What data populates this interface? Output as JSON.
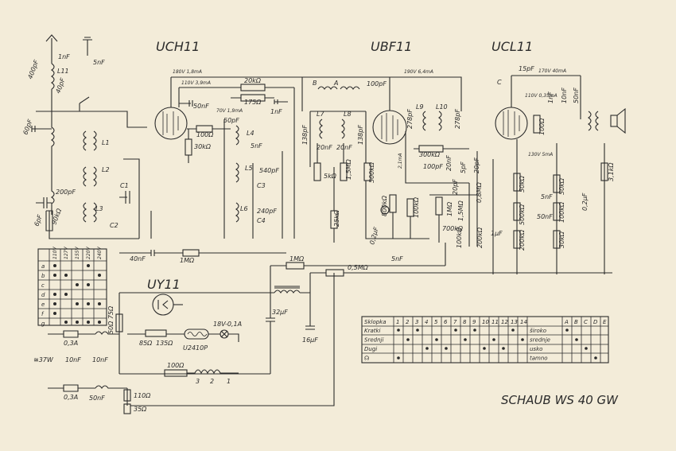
{
  "tubes": {
    "uch11": "UCH11",
    "ubf11": "UBF11",
    "ucl11": "UCL11",
    "uy11": "UY11"
  },
  "title": "SCHAUB WS 40 GW",
  "components": {
    "c_1nF": "1nF",
    "c_5nF_ant": "5nF",
    "c_400pF": "400pF",
    "l11": "L11",
    "c_40pF": "40pF",
    "c_60pF": "60pF",
    "l1": "L1",
    "l2": "L2",
    "c1": "C1",
    "l3": "L3",
    "c2": "C2",
    "c_200pF": "200pF",
    "c_6pF": "6pF",
    "r_90k": "90kΩ",
    "c_40nF": "40nF",
    "r_1M_left": "1MΩ",
    "v_180_1_8": "180V 1,8mA",
    "v_110_3_9": "110V 3,9mA",
    "r_20k": "20kΩ",
    "r_175": "175Ω",
    "c_50nF_uch": "50nF",
    "c_1nF_uch": "1nF",
    "v_70_1_9": "70V 1,9mA",
    "c_50pF": "50pF",
    "l4": "L4",
    "r_100": "100Ω",
    "r_30k": "30kΩ",
    "c_5nF_l4": "5nF",
    "l5": "L5",
    "c_540pF": "540pF",
    "c3": "C3",
    "l6": "L6",
    "c_240pF": "240pF",
    "c4": "C4",
    "r_25k": "25kΩ",
    "l7": "L7",
    "l8": "L8",
    "c_138pF_a": "138pF",
    "c_138pF_b": "138pF",
    "c_20nF_a": "20nF",
    "c_20nF_b": "20nF",
    "r_5k": "5kΩ",
    "r_1_5M": "1,5MΩ",
    "r_500k": "500kΩ",
    "c_100pF_ubf": "100pF",
    "v_190_6_4": "190V 6,4mA",
    "c_278pF_a": "278pF",
    "c_278pF_b": "278pF",
    "l9": "L9",
    "l10": "L10",
    "r_300k": "300kΩ",
    "c_100pF_b": "100pF",
    "c_20nF_c": "20nF",
    "c_20pF": "20pF",
    "c_5pF": "5pF",
    "i_2_1mA": "2,1mA",
    "r_800k": "800kΩ",
    "r_100k": "100kΩ",
    "c_02uF": "0,2μF",
    "c_5nF_ubf": "5nF",
    "r_1M_a": "1MΩ",
    "r_1_5M_b": "1,5MΩ",
    "r_700k": "700kΩ",
    "r_100k_b": "100kΩ",
    "r_200k": "200kΩ",
    "c_1uF": "1μF",
    "r_0_8M": "0,8MΩ",
    "c_20pF_b": "20pF",
    "r_1M_b": "1MΩ",
    "r_0_5M": "0,5MΩ",
    "c_15pF": "15pF",
    "v_170_40": "170V 40mA",
    "v_110_035": "110V 0,35mA",
    "c_C": "C",
    "c_1nF_ucl": "1nF",
    "c_10nF": "10nF",
    "c_50nF_ucl": "50nF",
    "r_100_ucl": "100Ω",
    "v_130_5": "130V 5mA",
    "r_50k_a": "50kΩ",
    "c_5nF_ucl": "5nF",
    "r_500k_ucl": "500kΩ",
    "c_50nF_b": "50nF",
    "r_200k_ucl": "200kΩ",
    "r_50k_b": "50kΩ",
    "r_100k_ucl": "100kΩ",
    "r_30k_ucl": "30kΩ",
    "c_0_2uF": "0,2μF",
    "r_3_1k": "3,1kΩ",
    "c_32uF": "32μF",
    "c_16uF": "16μF",
    "f_0_3A_a": "0,3A",
    "f_0_3A_b": "0,3A",
    "mains": "≅37W",
    "c_10nF_mains": "10nF",
    "c_10nF_mains2": "10nF",
    "c_50nF_mains": "50nF",
    "r_50_75": "50Ω 75Ω",
    "r_85": "85Ω",
    "r_135": "135Ω",
    "u2410p": "U2410P",
    "lamp": "18V-0,1A",
    "r_100_h": "100Ω",
    "r_110": "110Ω",
    "r_35": "35Ω"
  },
  "voltage_table": {
    "cols": [
      "110V",
      "127V",
      "155V",
      "220V",
      "240V"
    ],
    "rows": [
      "a",
      "b",
      "c",
      "d",
      "e",
      "f",
      "g"
    ]
  },
  "switch_table": {
    "header_label": "Sklopka",
    "numbers": [
      "1",
      "2",
      "3",
      "4",
      "5",
      "6",
      "7",
      "8",
      "9",
      "10",
      "11",
      "12",
      "13",
      "14"
    ],
    "letters": [
      "A",
      "B",
      "C",
      "D",
      "E"
    ],
    "rows": [
      {
        "label": "Kratki",
        "tone": "široko"
      },
      {
        "label": "Srednji",
        "tone": "srednje"
      },
      {
        "label": "Dugi",
        "tone": "usko"
      },
      {
        "label": "☊",
        "tone": "tamno"
      }
    ]
  }
}
